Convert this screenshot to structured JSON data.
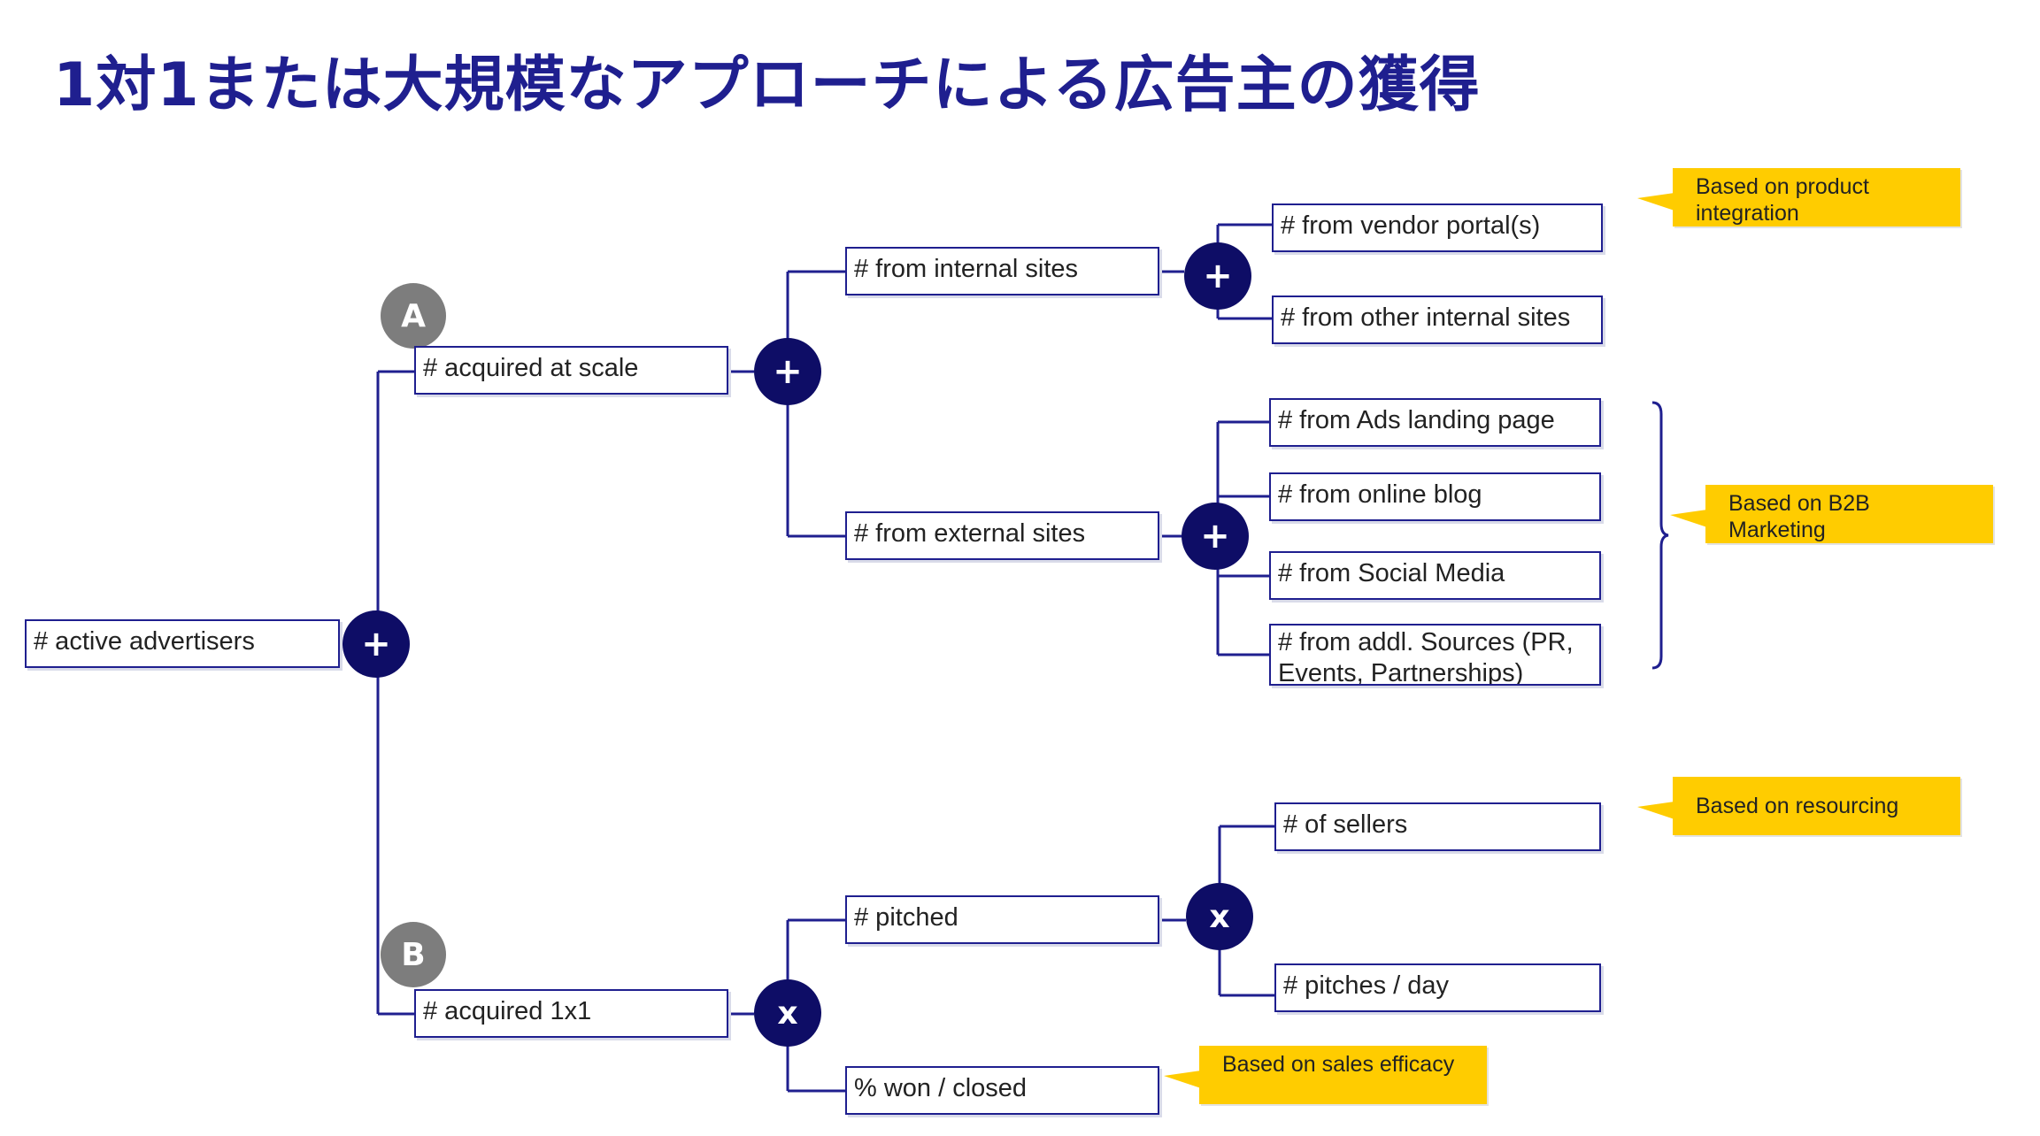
{
  "title": "1対1または大規模なアプローチによる広告主の獲得",
  "root": {
    "label": "# active advertisers",
    "operator": "+"
  },
  "branch_a": {
    "badge": "A",
    "label": "# acquired at scale",
    "operator": "+",
    "internal": {
      "label": "# from internal sites",
      "operator": "+",
      "children": [
        "# from vendor portal(s)",
        "# from other internal sites"
      ]
    },
    "external": {
      "label": "# from external sites",
      "operator": "+",
      "children": [
        "# from Ads landing page",
        "# from online blog",
        "# from Social Media",
        "# from addl. Sources (PR, Events, Partnerships)"
      ]
    }
  },
  "branch_b": {
    "badge": "B",
    "label": "# acquired 1x1",
    "operator": "x",
    "pitched": {
      "label": "# pitched",
      "operator": "x",
      "children": [
        "# of sellers",
        "# pitches / day"
      ]
    },
    "won": {
      "label": "% won / closed"
    }
  },
  "callouts": {
    "product": "Based on product integration",
    "b2b": "Based on B2B Marketing",
    "resourcing": "Based on resourcing",
    "sales": "Based on sales efficacy"
  },
  "colors": {
    "navy": "#0e0d66",
    "title": "#1f1f8f",
    "callout": "#ffcc00",
    "badge": "#7d7d7d"
  }
}
